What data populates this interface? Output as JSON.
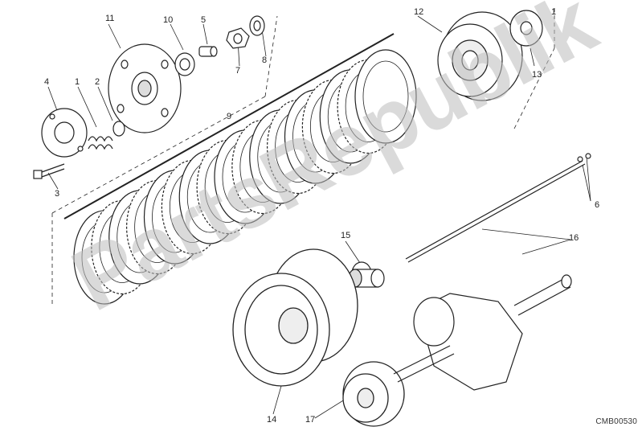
{
  "watermark": "PartsRepublik",
  "drawing_code": "CMB00530",
  "callouts": {
    "n1": "1",
    "n2": "2",
    "n3": "3",
    "n4": "4",
    "n5": "5",
    "n6": "6",
    "n7": "7",
    "n8": "8",
    "n9": "9",
    "n10": "10",
    "n11": "11",
    "n12": "12",
    "n13": "13",
    "n14": "14",
    "n15": "15",
    "n16": "16",
    "n17": "17"
  },
  "colors": {
    "line": "#222222",
    "fill": "#ffffff",
    "shade": "#c8c8c8",
    "watermark": "#bdbdbd"
  }
}
